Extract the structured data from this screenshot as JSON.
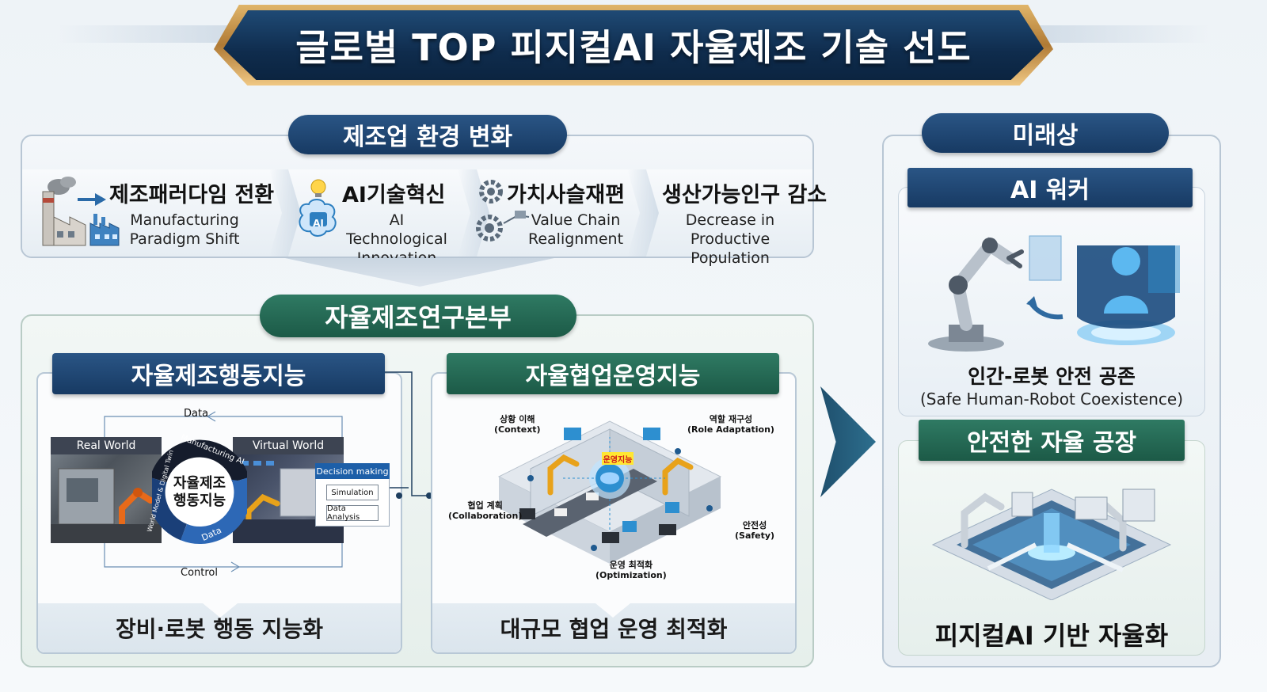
{
  "title": "글로벌 TOP 피지컬AI 자율제조 기술 선도",
  "environment": {
    "header": "제조업 환경 변화",
    "items": [
      {
        "title": "제조패러다임 전환",
        "sub1": "Manufacturing",
        "sub2": "Paradigm Shift"
      },
      {
        "title": "AI기술혁신",
        "sub1": "AI Technological",
        "sub2": "Innovation"
      },
      {
        "title": "가치사슬재편",
        "sub1": "Value Chain",
        "sub2": "Realignment"
      },
      {
        "title": "생산가능인구 감소",
        "sub1": "Decrease in",
        "sub2": "Productive Population"
      }
    ],
    "ai_chip_text": "AI"
  },
  "division": {
    "header": "자율제조연구본부",
    "behavior": {
      "header": "자율제조행동지능",
      "footer": "장비·로봇 행동 지능화",
      "data_top": "Data",
      "control_bottom": "Control",
      "real_world": "Real World",
      "virtual_world": "Virtual World",
      "circle_line1": "자율제조",
      "circle_line2": "행동지능",
      "ring_top": "Manufacturing AI",
      "ring_left": "World Model & Digital Twin",
      "ring_bottom": "Data",
      "decision": "Decision making",
      "simulation": "Simulation",
      "analysis": "Data Analysis"
    },
    "collab": {
      "header": "자율협업운영지능",
      "footer": "대규모 협업 운영 최적화",
      "center_tag": "운영지능",
      "labels": [
        {
          "ko": "상황 이해",
          "en": "(Context)"
        },
        {
          "ko": "역할 재구성",
          "en": "(Role Adaptation)"
        },
        {
          "ko": "협업 계획",
          "en": "(Collaboration)"
        },
        {
          "ko": "안전성",
          "en": "(Safety)"
        },
        {
          "ko": "운영 최적화",
          "en": "(Optimization)"
        }
      ]
    }
  },
  "future": {
    "header": "미래상",
    "ai_worker": "AI 워커",
    "coexist_ko": "인간-로봇 안전 공존",
    "coexist_en": "(Safe Human-Robot Coexistence)",
    "safe_factory": "안전한 자율 공장",
    "physical_ai": "피지컬AI 기반 자율화"
  },
  "colors": {
    "navy": "#173a63",
    "green": "#1c5a47",
    "gold": "#c8914a",
    "accent_blue": "#2d8fd0"
  }
}
